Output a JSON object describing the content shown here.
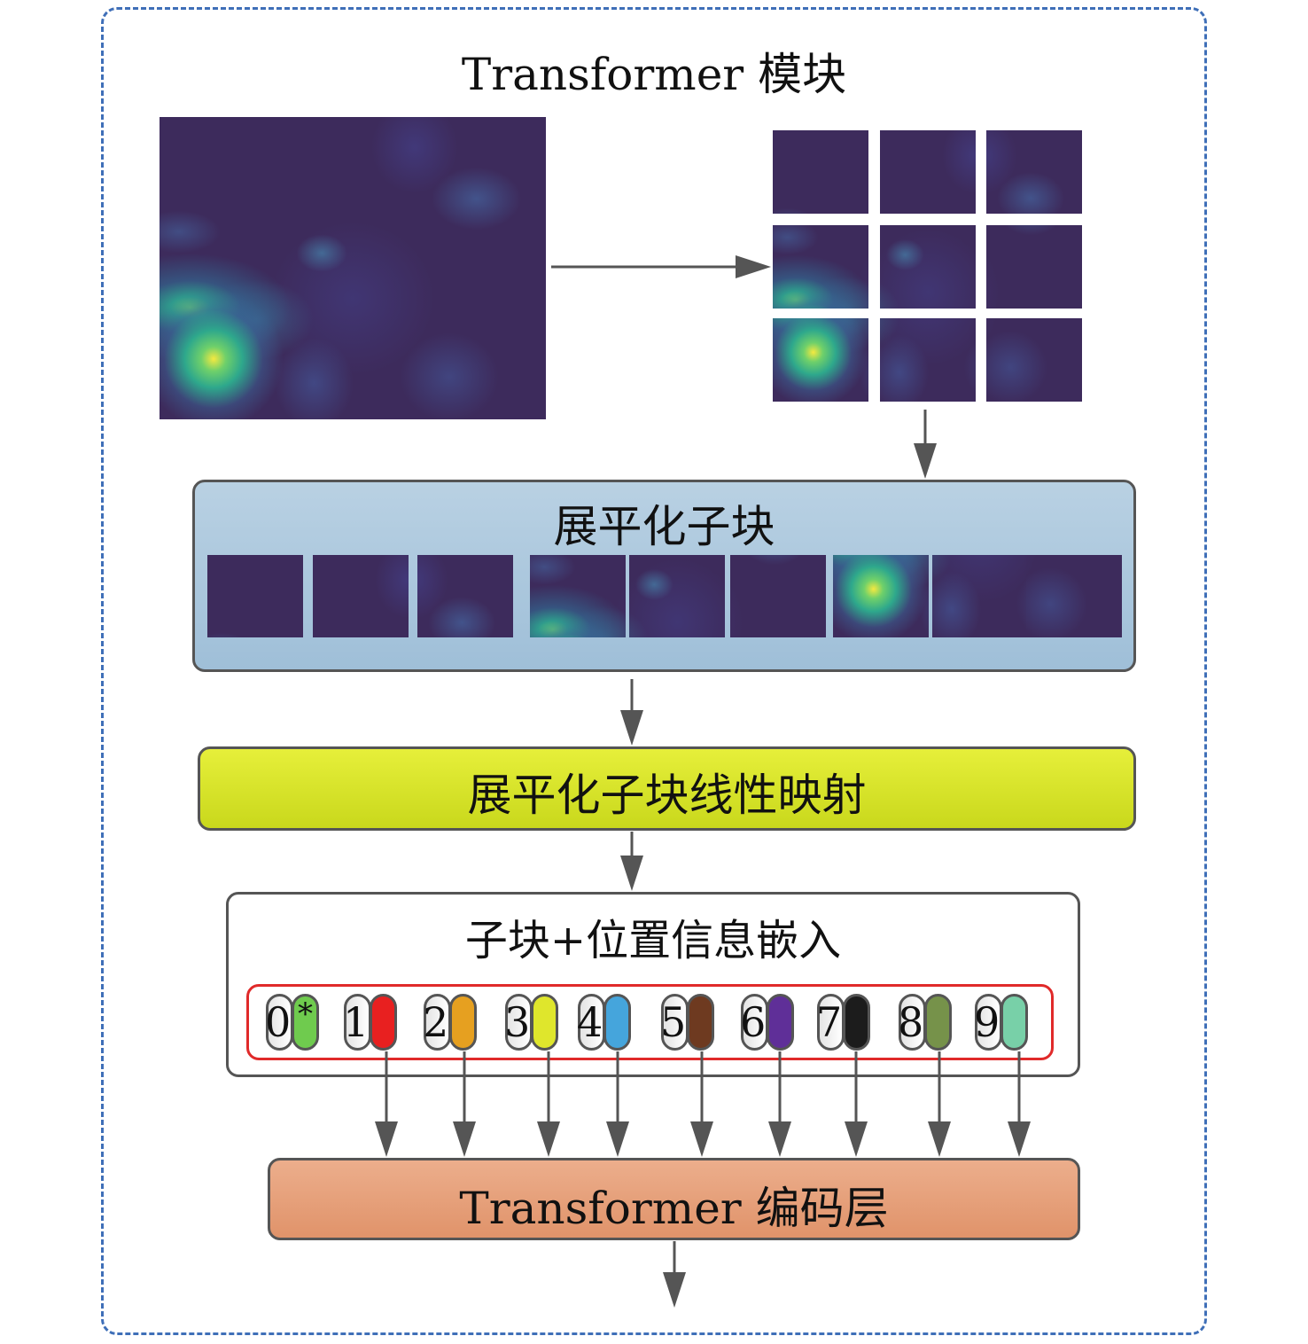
{
  "title": "Transformer 模块",
  "flatten_block": {
    "title": "展平化子块"
  },
  "linear_block": {
    "title": "展平化子块线性映射"
  },
  "position_block": {
    "title": "子块+位置信息嵌入",
    "tokens": [
      {
        "index": "0",
        "mark": "*",
        "color": "#6fcb4e"
      },
      {
        "index": "1",
        "mark": "",
        "color": "#e82020"
      },
      {
        "index": "2",
        "mark": "",
        "color": "#e6a020"
      },
      {
        "index": "3",
        "mark": "",
        "color": "#dfe62c"
      },
      {
        "index": "4",
        "mark": "",
        "color": "#45a5dc"
      },
      {
        "index": "5",
        "mark": "",
        "color": "#6e3a20"
      },
      {
        "index": "6",
        "mark": "",
        "color": "#5f2f98"
      },
      {
        "index": "7",
        "mark": "",
        "color": "#1c1c1c"
      },
      {
        "index": "8",
        "mark": "",
        "color": "#76924a"
      },
      {
        "index": "9",
        "mark": "",
        "color": "#78d0a8"
      }
    ]
  },
  "encoder_block": {
    "title": "Transformer 编码层"
  },
  "colors": {
    "frame": "#3f6fb8",
    "token_border": "#e02a2a",
    "arrow": "#555555"
  }
}
